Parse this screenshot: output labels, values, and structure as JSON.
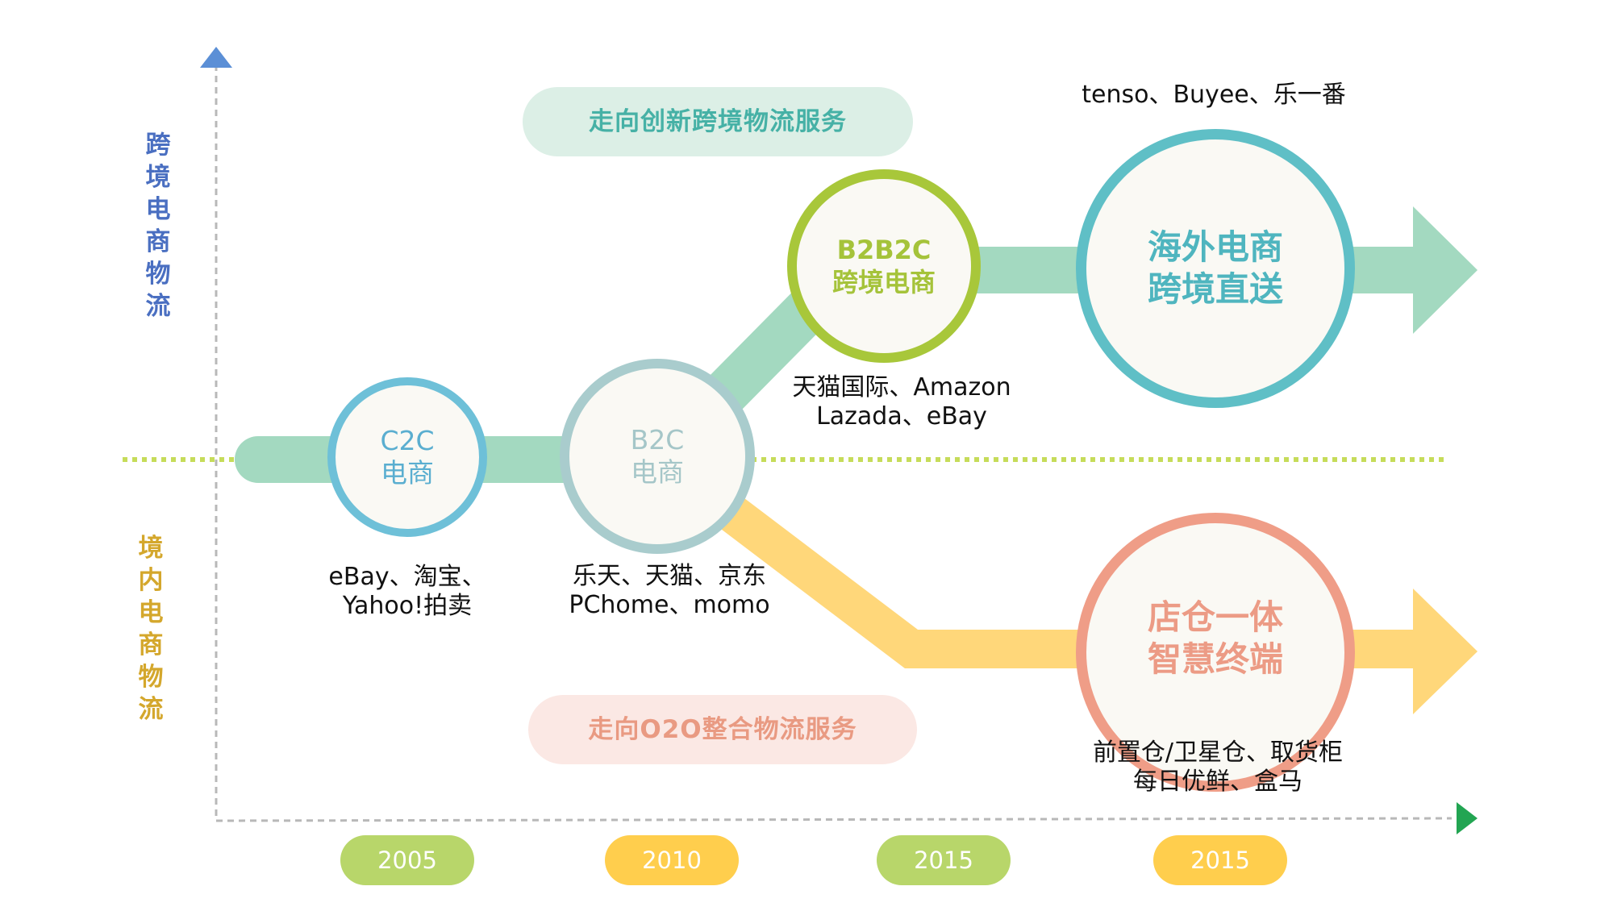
{
  "axis": {
    "y_upper_label": [
      "跨",
      "境",
      "电",
      "商",
      "物",
      "流"
    ],
    "y_lower_label": [
      "境",
      "内",
      "电",
      "商",
      "物",
      "流"
    ]
  },
  "banners": {
    "cross_border": "走向创新跨境物流服务",
    "o2o": "走向O2O整合物流服务"
  },
  "nodes": {
    "c2c": {
      "line1": "C2C",
      "line2": "电商",
      "examples": [
        "eBay、淘宝、",
        "Yahoo!拍卖"
      ]
    },
    "b2c": {
      "line1": "B2C",
      "line2": "电商",
      "examples": [
        "乐天、天猫、京东",
        "PChome、momo"
      ]
    },
    "b2b2c": {
      "line1": "B2B2C",
      "line2": "跨境电商",
      "examples": [
        "天猫国际、Amazon",
        "Lazada、eBay"
      ]
    },
    "overseas": {
      "line1": "海外电商",
      "line2": "跨境直送",
      "examples": [
        "tenso、Buyee、乐一番"
      ]
    },
    "store": {
      "line1": "店仓一体",
      "line2": "智慧终端",
      "examples": [
        "前置仓/卫星仓、取货柜",
        "每日优鲜、盒马"
      ]
    }
  },
  "years": [
    "2005",
    "2010",
    "2015",
    "2015"
  ],
  "colors": {
    "cross_border_label": "#4a6fc1",
    "domestic_label": "#d4a72c",
    "green_track": "#a3d9c0",
    "yellow_track": "#ffd77a",
    "c2c_ring": "#6ec0d8",
    "b2c_ring": "#a9cccd",
    "b2b2c_ring": "#a8c73a",
    "overseas_ring": "#5fbfc6",
    "store_ring": "#ef9d87",
    "banner_green_bg": "#dcefe6",
    "banner_green_text": "#46b1a6",
    "banner_pink_bg": "#fbe8e4",
    "banner_pink_text": "#e99a82",
    "year_green": "#b8d66a",
    "year_yellow": "#ffce4d",
    "divider": "#c6dc5a",
    "axis_arrow_up": "#5b8fd6",
    "axis_arrow_right": "#22a552"
  }
}
